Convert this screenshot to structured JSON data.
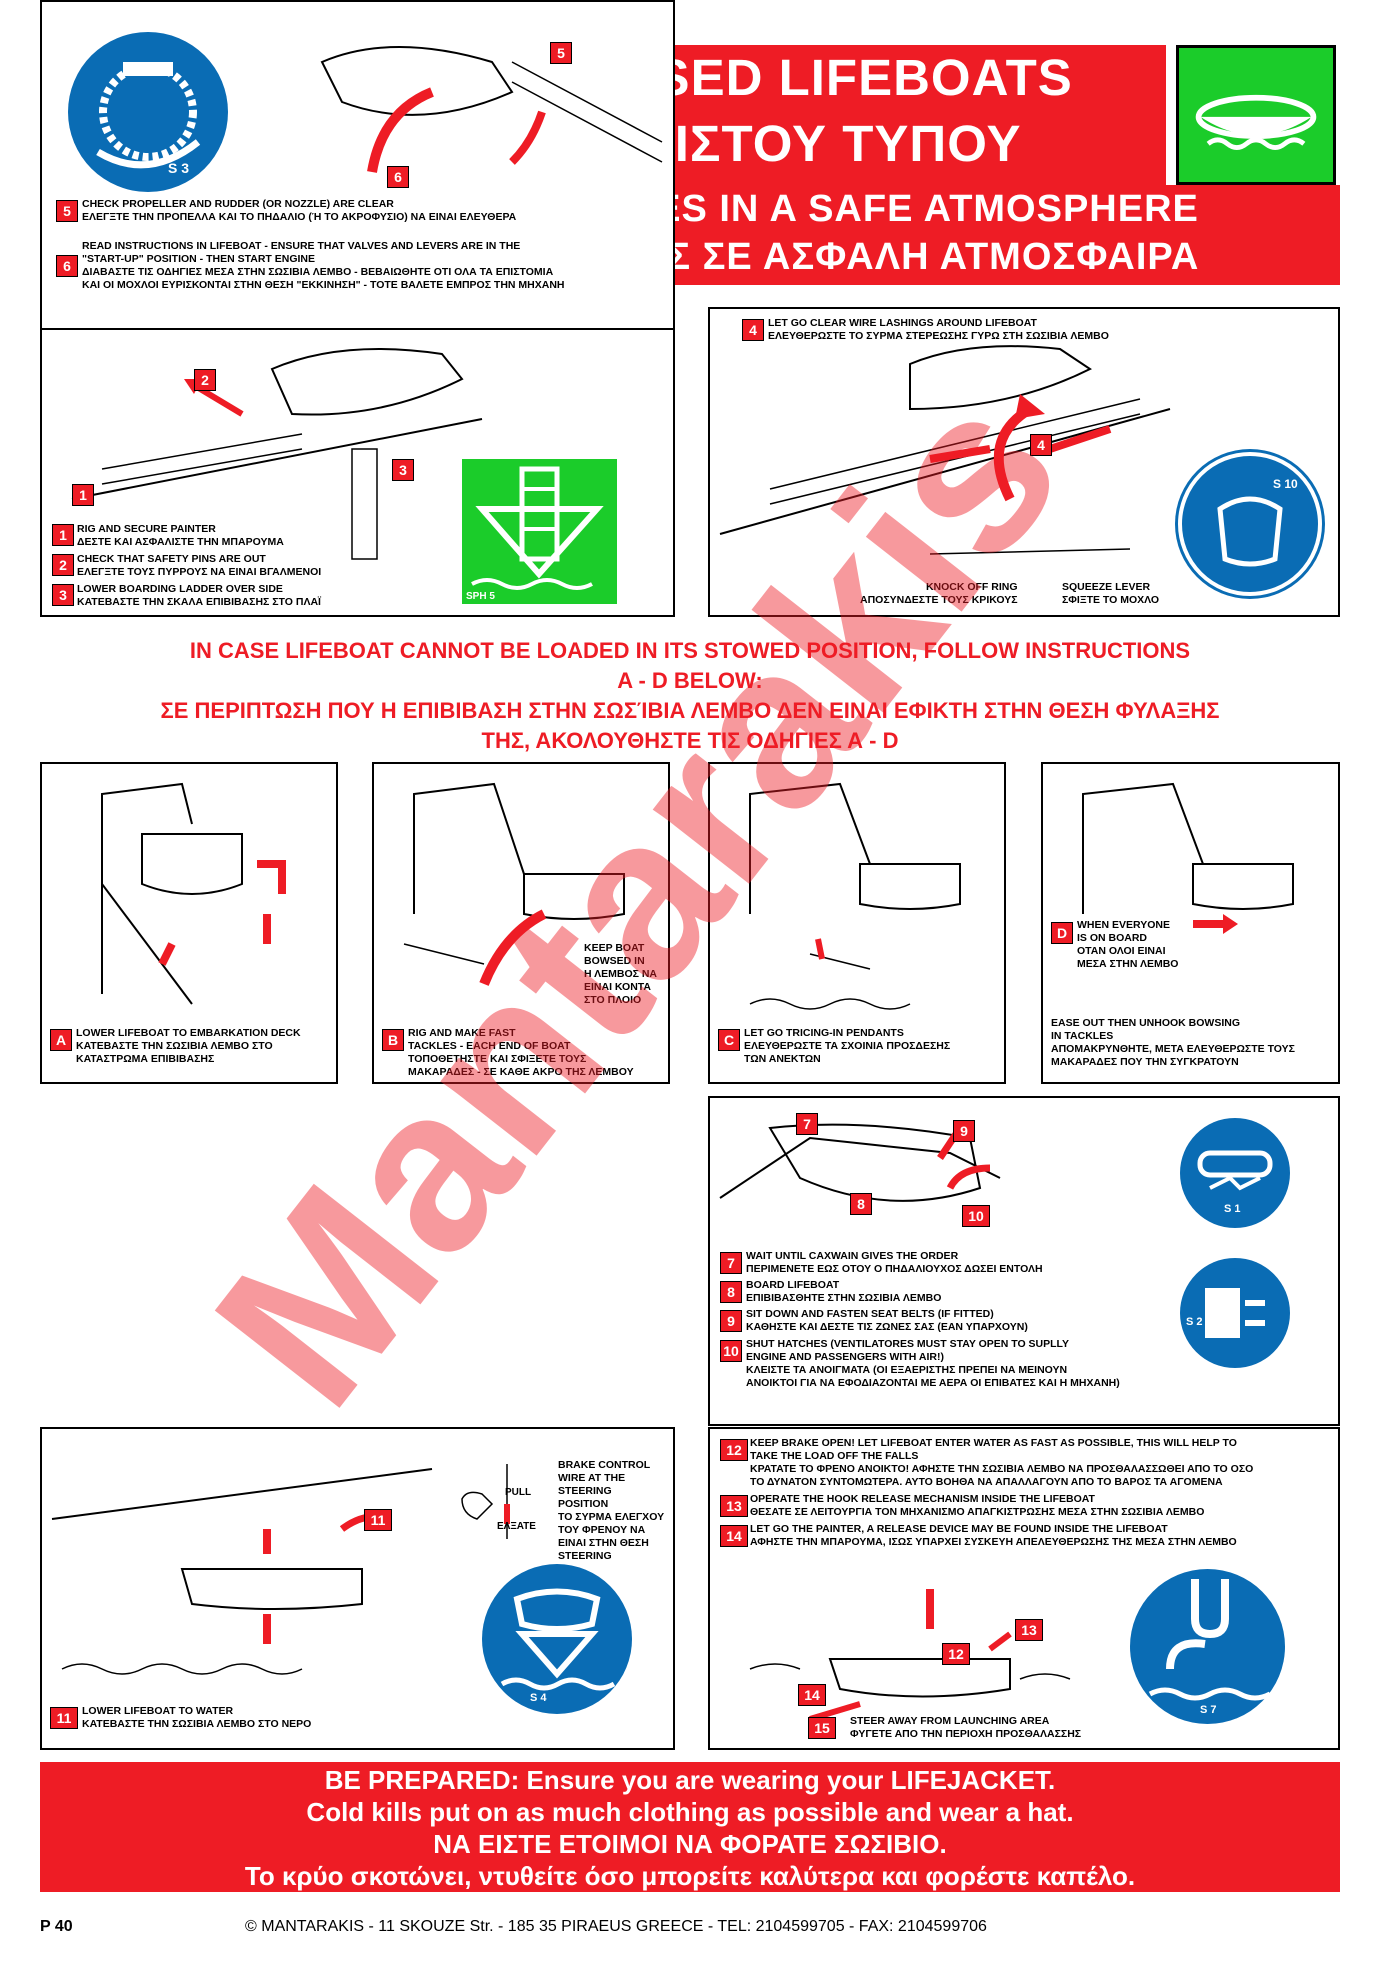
{
  "header": {
    "title_en": "FULLY ENCLOSED LIFEBOATS",
    "title_gr": "ΛΕΜΒΟΙ ΚΛΕΙΣΤΟΥ ΤΥΠΟΥ",
    "subtitle_en": "LAUNCHING PROCEDURES IN A SAFE ATMOSPHERE",
    "subtitle_gr": "ΔΙΑΔΙΚΑΣΙΑ ΚΑΘΕΛΚΥΣΗΣ ΣΕ ΑΣΦΑΛΗ ΑΤΜΟΣΦΑΙΡΑ"
  },
  "panel1": {
    "s1": {
      "num": "1",
      "en": "RIG AND SECURE PAINTER",
      "gr": "ΔΕΣΤΕ ΚΑΙ ΑΣΦΑΛΙΣΤΕ ΤΗΝ ΜΠΑΡΟΥΜΑ"
    },
    "s2": {
      "num": "2",
      "en": "CHECK THAT SAFETY PINS ARE OUT",
      "gr": "ΕΛΕΓΞΤΕ ΤΟΥΣ ΠΥΡΡΟΥΣ ΝΑ ΕΙΝΑΙ ΒΓΑΛΜΕΝΟΙ"
    },
    "s3": {
      "num": "3",
      "en": "LOWER BOARDING LADDER OVER SIDE",
      "gr": "ΚΑΤΕΒΑΣΤΕ ΤΗΝ ΣΚΑΛΑ ΕΠΙΒΙΒΑΣΗΣ ΣΤΟ ΠΛΑΪ"
    },
    "sign_label": "SPH 5"
  },
  "panel2": {
    "num": "4",
    "en": "LET GO CLEAR WIRE LASHINGS AROUND LIFEBOAT",
    "gr": "ΕΛΕΥΘΕΡΩΣΤΕ ΤΟ ΣΥΡΜΑ ΣΤΕΡΕΩΣΗΣ ΓΥΡΩ ΣΤΗ ΣΩΣΙΒΙΑ ΛΕΜΒΟ",
    "knock_en": "KNOCK OFF RING",
    "knock_gr": "ΑΠΟΣΥΝΔΕΣΤΕ ΤΟΥΣ ΚΡΙΚΟΥΣ",
    "squeeze_en": "SQUEEZE LEVER",
    "squeeze_gr": "ΣΦΙΞΤΕ ΤΟ ΜΟΧΛΟ",
    "sign_label": "S 10"
  },
  "warning": {
    "l1": "IN CASE LIFEBOAT CANNOT BE LOADED IN ITS STOWED POSITION, FOLLOW INSTRUCTIONS",
    "l2": "A - D BELOW:",
    "l3": "ΣΕ ΠΕΡΙΠΤΩΣΗ ΠΟΥ Η ΕΠΙΒΙΒΑΣΗ ΣΤΗΝ ΣΩΣΊΒΙΑ ΛΕΜΒΟ ΔΕΝ ΕΙΝΑΙ ΕΦΙΚΤΗ ΣΤΗΝ ΘΕΣΗ ΦΥΛΑΞΗΣ",
    "l4": "ΤΗΣ, ΑΚΟΛΟΥΘΗΣΤΕ ΤΙΣ ΟΔΗΓΙΕΣ Α - D"
  },
  "panelA": {
    "num": "A",
    "en": "LOWER LIFEBOAT TO EMBARKATION DECK",
    "gr1": "ΚΑΤΕΒΑΣΤΕ ΤΗΝ ΣΩΣΙΒΙΑ ΛΕΜΒΟ ΣΤΟ",
    "gr2": "ΚΑΤΑΣΤΡΩΜΑ ΕΠΙΒΙΒΑΣΗΣ"
  },
  "panelB": {
    "num": "B",
    "en1": "RIG AND MAKE FAST",
    "en2": "TACKLES - EACH END OF BOAT",
    "gr1": "ΤΟΠΟΘΕΤΗΣΤΕ ΚΑΙ ΣΦΙΞΕΤΕ ΤΟΥΣ",
    "gr2": "ΜΑΚΑΡΑΔΕΣ - ΣΕ ΚΑΘΕ ΑΚΡΟ ΤΗΣ ΛΕΜΒΟΥ",
    "keep1": "KEEP BOAT",
    "keep2": "BOWSED IN",
    "keep3": "Η ΛΕΜΒΟΣ ΝΑ",
    "keep4": "ΕΙΝΑΙ ΚΟΝΤΑ",
    "keep5": "ΣΤΟ ΠΛΟΙΟ"
  },
  "panelC": {
    "num": "C",
    "en": "LET GO TRICING-IN PENDANTS",
    "gr1": "ΕΛΕΥΘΕΡΩΣΤΕ ΤΑ ΣΧΟΙΝΙΑ ΠΡΟΣΔΕΣΗΣ",
    "gr2": "ΤΩΝ ΑΝΕΚΤΩΝ"
  },
  "panelD": {
    "num": "D",
    "w1": "WHEN EVERYONE",
    "w2": "IS ON BOARD",
    "w3": "ΟΤΑΝ ΟΛΟΙ ΕΙΝΑΙ",
    "w4": "ΜΕΣΑ ΣΤΗΝ ΛΕΜΒΟ",
    "en1": "EASE OUT THEN UNHOOK BOWSING",
    "en2": "IN TACKLES",
    "gr1": "ΑΠΟΜΑΚΡΥΝΘΗΤΕ, ΜΕΤΑ ΕΛΕΥΘΕΡΩΣΤΕ ΤΟΥΣ",
    "gr2": "ΜΑΚΑΡΑΔΕΣ ΠΟΥ ΤΗΝ ΣΥΓΚΡΑΤΟΥΝ"
  },
  "panel5": {
    "sign_label": "S 3",
    "s5": {
      "num": "5",
      "en": "CHECK PROPELLER AND RUDDER (OR NOZZLE) ARE CLEAR",
      "gr": "ΕΛΕΓΞΤΕ ΤΗΝ ΠΡΟΠΕΛΛΑ ΚΑΙ ΤΟ ΠΗΔΑΛΙΟ (Ή ΤΟ ΑΚΡΟΦΥΣΙΟ) ΝΑ ΕΙΝΑΙ ΕΛΕΥΘΕΡΑ"
    },
    "s6": {
      "num": "6",
      "en1": "READ INSTRUCTIONS IN LIFEBOAT - ENSURE THAT VALVES AND LEVERS ARE IN THE",
      "en2": "\"START-UP\" POSITION - THEN START ENGINE",
      "gr1": "ΔΙΑΒΑΣΤΕ ΤΙΣ ΟΔΗΓΙΕΣ ΜΕΣΑ ΣΤΗΝ ΣΩΣΙΒΙΑ ΛΕΜΒΟ - ΒΕΒΑΙΩΘΗΤΕ ΟΤΙ ΟΛΑ ΤΑ ΕΠΙΣΤΟΜΙΑ",
      "gr2": "ΚΑΙ ΟΙ ΜΟΧΛΟΙ ΕΥΡΙΣΚΟΝΤΑΙ ΣΤΗΝ ΘΕΣΗ \"ΕΚΚΙΝΗΣΗ\" - ΤΟΤΕ ΒΑΛΕΤΕ ΕΜΠΡΟΣ ΤΗΝ ΜΗΧΑΝΗ"
    }
  },
  "panel7": {
    "sign1": "S 1",
    "sign2": "S 2",
    "s7": {
      "num": "7",
      "en": "WAIT UNTIL CAXWAIN GIVES THE ORDER",
      "gr": "ΠΕΡΙΜΕΝΕΤΕ ΕΩΣ ΟΤΟΥ Ο ΠΗΔΑΛΙΟΥΧΟΣ ΔΩΣΕΙ ΕΝΤΟΛΗ"
    },
    "s8": {
      "num": "8",
      "en": "BOARD LIFEBOAT",
      "gr": "ΕΠΙΒΙΒΑΣΘΗΤΕ ΣΤΗΝ ΣΩΣΙΒΙΑ ΛΕΜΒΟ"
    },
    "s9": {
      "num": "9",
      "en": "SIT DOWN AND FASTEN SEAT BELTS (IF FITTED)",
      "gr": "ΚΑΘΗΣΤΕ ΚΑΙ ΔΕΣΤΕ ΤΙΣ ΖΩΝΕΣ ΣΑΣ (ΕΑΝ ΥΠΑΡΧΟΥΝ)"
    },
    "s10": {
      "num": "10",
      "en1": "SHUT HATCHES (VENTILATORES MUST STAY OPEN TO SUPLLY",
      "en2": "ENGINE AND PASSENGERS WITH AIR!)",
      "gr1": "ΚΛΕΙΣΤΕ ΤΑ ΑΝΟΙΓΜΑΤΑ (ΟΙ ΕΞΑΕΡΙΣΤΗΣ ΠΡΕΠΕΙ ΝΑ ΜΕΙΝΟΥΝ",
      "gr2": "ΑΝΟΙΚΤΟΙ ΓΙΑ ΝΑ ΕΦΟΔΙΑΖΟΝΤΑΙ ΜΕ ΑΕΡΑ ΟΙ ΕΠΙΒΑΤΕΣ ΚΑΙ Η ΜΗΧΑΝΗ)"
    }
  },
  "panel11": {
    "num": "11",
    "en": "LOWER LIFEBOAT TO WATER",
    "gr": "ΚΑΤΕΒΑΣΤΕ ΤΗΝ ΣΩΣΙΒΙΑ ΛΕΜΒΟ ΣΤΟ ΝΕΡΟ",
    "pull": "PULL",
    "pull_gr": "ΕΛΞΑΤΕ",
    "brake": [
      "BRAKE CONTROL",
      "WIRE AT THE",
      "STEERING",
      "POSITION",
      "ΤΟ ΣΥΡΜΑ ΕΛΕΓΧΟΥ",
      "ΤΟΥ ΦΡΕΝΟΥ ΝΑ",
      "ΕΙΝΑΙ ΣΤΗΝ ΘΕΣΗ",
      "STEERING"
    ],
    "sign_label": "S 4"
  },
  "panel12": {
    "s12": {
      "num": "12",
      "en1": "KEEP BRAKE OPEN! LET LIFEBOAT ENTER WATER AS FAST AS POSSIBLE, THIS WILL HELP TO",
      "en2": "TAKE THE LOAD OFF THE FALLS",
      "gr1": "ΚΡΑΤΑΤΕ ΤΟ ΦΡΕΝΟ ΑΝΟΙΚΤΟ! ΑΦΗΣΤΕ ΤΗΝ ΣΩΣΙΒΙΑ ΛΕΜΒΟ ΝΑ ΠΡΟΣΘΑΛΑΣΣΩΘΕΙ ΑΠΟ ΤΟ ΟΣΟ",
      "gr2": "ΤΟ ΔΥΝΑΤΟΝ ΣΥΝΤΟΜΩΤΕΡΑ.  ΑΥΤΟ ΒΟΗΘΑ ΝΑ ΑΠΑΛΛΑΓΟΥΝ ΑΠΟ ΤΟ ΒΑΡΟΣ ΤΑ ΑΓΟΜΕΝΑ"
    },
    "s13": {
      "num": "13",
      "en": "OPERATE THE HOOK RELEASE MECHANISM INSIDE THE LIFEBOAT",
      "gr": "ΘΕΣΑΤΕ ΣΕ ΛΕΙΤΟΥΡΓΙΑ ΤΟΝ ΜΗΧΑΝΙΣΜΟ ΑΠΑΓΚΙΣΤΡΩΣΗΣ ΜΕΣΑ ΣΤΗΝ ΣΩΣΙΒΙΑ ΛΕΜΒΟ"
    },
    "s14": {
      "num": "14",
      "en": "LET GO THE PAINTER, A RELEASE DEVICE MAY BE FOUND INSIDE THE LIFEBOAT",
      "gr": "ΑΦΗΣΤΕ ΤΗΝ ΜΠΑΡΟΥΜΑ, ΙΣΩΣ ΥΠΑΡΧΕΙ ΣΥΣΚΕΥΗ ΑΠΕΛΕΥΘΕΡΩΣΗΣ ΤΗΣ ΜΕΣΑ ΣΤΗΝ ΛΕΜΒΟ"
    },
    "s15": {
      "num": "15",
      "en": "STEER AWAY FROM LAUNCHING AREA",
      "gr": "ΦΥΓΕΤΕ ΑΠΟ ΤΗΝ ΠΕΡΙΟΧΗ ΠΡΟΣΘΑΛΑΣΣΗΣ"
    },
    "sign_label": "S 7"
  },
  "bottom": {
    "l1": "BE PREPARED: Ensure you are wearing your LIFEJACKET.",
    "l2": "Cold kills put on as much clothing as possible and wear a hat.",
    "l3": "ΝΑ ΕΙΣΤΕ ΕΤΟΙΜΟΙ ΝΑ ΦΟΡΑΤΕ ΣΩΣΙΒΙΟ.",
    "l4": "Το κρύο σκοτώνει, ντυθείτε όσο μπορείτε καλύτερα και φορέστε καπέλο."
  },
  "footer": {
    "code": "P 40",
    "text": "© MANTARAKIS  - 11 SKOUZE Str. - 185 35 PIRAEUS GREECE - TEL: 2104599705 - FAX: 2104599706"
  },
  "watermark": "Mantarakis",
  "colors": {
    "red": "#ee1c25",
    "green": "#1bcc2a",
    "blue": "#0a6cb4"
  }
}
